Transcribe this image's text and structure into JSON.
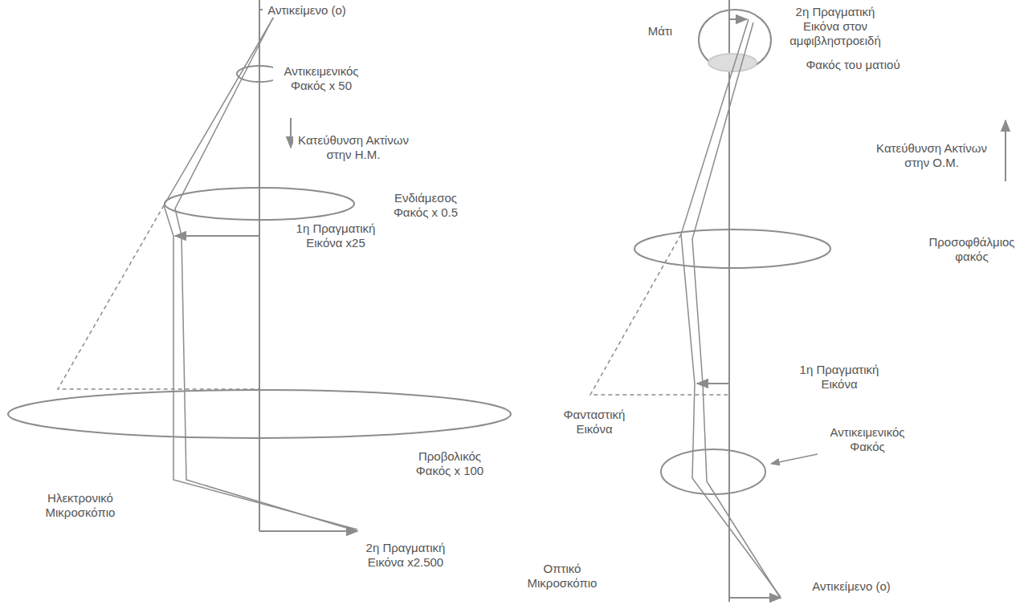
{
  "diagram": {
    "labels": [
      "Αντικείμενο (o)",
      "Αντικειμενικός Φακός x 50",
      "Κατεύθυνση Ακτίνων στην Η.Μ.",
      "Ενδιάμεσος Φακός x 0.5",
      "1η Πραγματική Εικόνα x25",
      "Προβολικός Φακός x 100",
      "Ηλεκτρονικό Μικροσκόπιο",
      "2η Πραγματική Εικόνα x2.500",
      "Μάτι",
      "2η Πραγματική Εικόνα στον αμφιβληστροειδή",
      "Φακός του ματιού",
      "Κατεύθυνση Ακτίνων στην Ο.Μ.",
      "Προσοφθάλμιος φακός",
      "1η Πραγματική Εικόνα",
      "Φανταστική Εικόνα",
      "Αντικειμενικός Φακός",
      "Οπτικό Μικροσκόπιο",
      "Αντικείμενο (o)"
    ]
  }
}
